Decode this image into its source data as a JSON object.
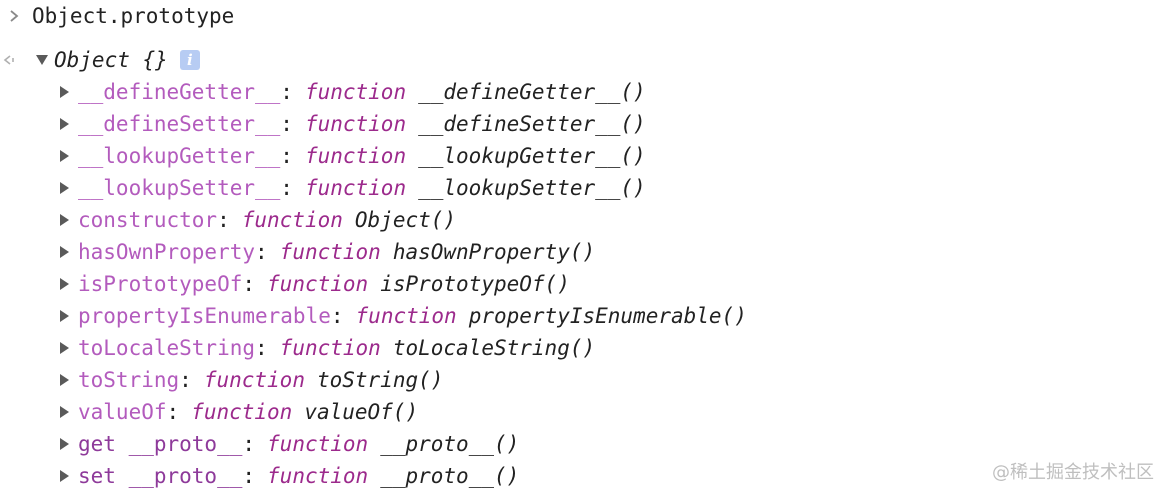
{
  "console": {
    "input": "Object.prototype",
    "result_label": "Object {}",
    "info_badge": "i",
    "properties": [
      {
        "key": "__defineGetter__",
        "colon": ":",
        "kw": "function",
        "name": "__defineGetter__()"
      },
      {
        "key": "__defineSetter__",
        "colon": ":",
        "kw": "function",
        "name": "__defineSetter__()"
      },
      {
        "key": "__lookupGetter__",
        "colon": ":",
        "kw": "function",
        "name": "__lookupGetter__()"
      },
      {
        "key": "__lookupSetter__",
        "colon": ":",
        "kw": "function",
        "name": "__lookupSetter__()"
      },
      {
        "key": "constructor",
        "colon": ":",
        "kw": "function",
        "name": "Object()"
      },
      {
        "key": "hasOwnProperty",
        "colon": ":",
        "kw": "function",
        "name": "hasOwnProperty()"
      },
      {
        "key": "isPrototypeOf",
        "colon": ":",
        "kw": "function",
        "name": "isPrototypeOf()"
      },
      {
        "key": "propertyIsEnumerable",
        "colon": ":",
        "kw": "function",
        "name": "propertyIsEnumerable()"
      },
      {
        "key": "toLocaleString",
        "colon": ":",
        "kw": "function",
        "name": "toLocaleString()"
      },
      {
        "key": "toString",
        "colon": ":",
        "kw": "function",
        "name": "toString()"
      },
      {
        "key": "valueOf",
        "colon": ":",
        "kw": "function",
        "name": "valueOf()"
      },
      {
        "key": "get __proto__",
        "colon": ":",
        "kw": "function",
        "name": "__proto__()"
      },
      {
        "key": "set __proto__",
        "colon": ":",
        "kw": "function",
        "name": "__proto__()"
      }
    ]
  },
  "watermark": "@稀土掘金技术社区",
  "colors": {
    "property_key": "#b35bbd",
    "accessor_key": "#8e3a9a",
    "function_keyword": "#9c2a8c",
    "text": "#222222",
    "info_badge_bg": "#b7ccf3",
    "arrow": "#6e6e6e"
  },
  "icons": {
    "prompt": "chevron-right-icon",
    "result": "return-arrow-icon",
    "expanded": "triangle-down-icon",
    "collapsed": "triangle-right-icon"
  }
}
